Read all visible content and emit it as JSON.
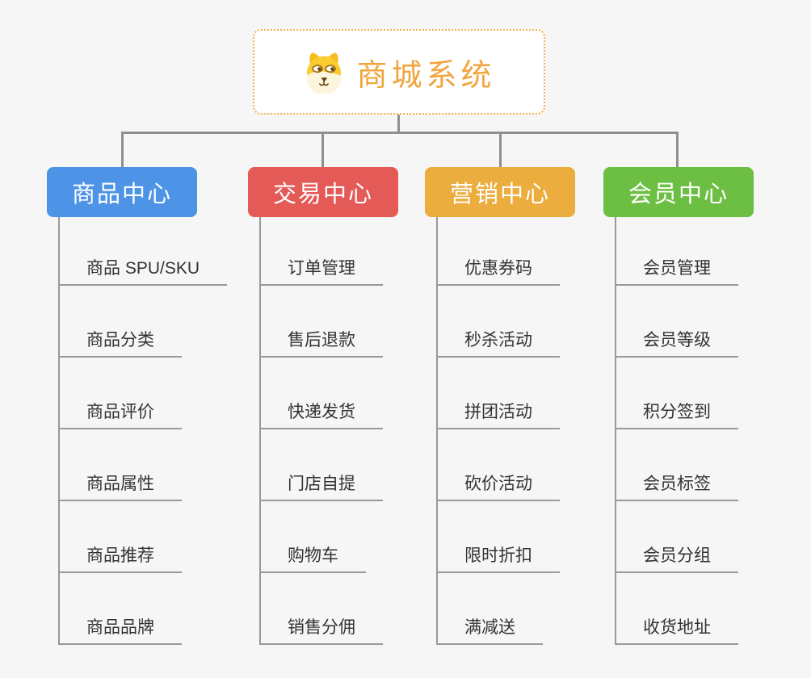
{
  "root": {
    "title": "商城系统",
    "icon": "dog-face-icon"
  },
  "colors": {
    "background": "#f6f6f6",
    "connector": "#8f8f8f",
    "underline": "#999999",
    "root_border": "#f3ad4d",
    "root_accent": "#f0a53e",
    "item_text": "#333333"
  },
  "branches": [
    {
      "label": "商品中心",
      "color": "#4d94e6",
      "items": [
        "商品 SPU/SKU",
        "商品分类",
        "商品评价",
        "商品属性",
        "商品推荐",
        "商品品牌"
      ]
    },
    {
      "label": "交易中心",
      "color": "#e45a57",
      "items": [
        "订单管理",
        "售后退款",
        "快递发货",
        "门店自提",
        "购物车",
        "销售分佣"
      ]
    },
    {
      "label": "营销中心",
      "color": "#ebad3d",
      "items": [
        "优惠券码",
        "秒杀活动",
        "拼团活动",
        "砍价活动",
        "限时折扣",
        "满减送"
      ]
    },
    {
      "label": "会员中心",
      "color": "#6cbf42",
      "items": [
        "会员管理",
        "会员等级",
        "积分签到",
        "会员标签",
        "会员分组",
        "收货地址"
      ]
    }
  ]
}
